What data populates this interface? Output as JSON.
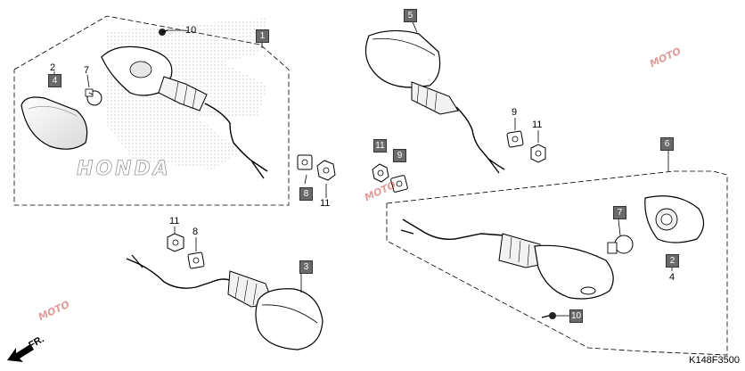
{
  "diagram": {
    "ref_code": "K148F3500",
    "direction_label": "FR.",
    "watermark_text": "MOTO",
    "brand_text": "HONDA",
    "callouts": {
      "c1": "1",
      "c2a": "2",
      "c4a": "4",
      "c7a": "7",
      "c10a": "10",
      "c5": "5",
      "c9a": "9",
      "c11a": "11",
      "c8a": "8",
      "c11b": "11",
      "c11c": "11",
      "c9b": "9",
      "c11d": "11",
      "c8b": "8",
      "c3": "3",
      "c6": "6",
      "c7b": "7",
      "c2b": "2",
      "c4b": "4",
      "c10b": "10"
    }
  }
}
